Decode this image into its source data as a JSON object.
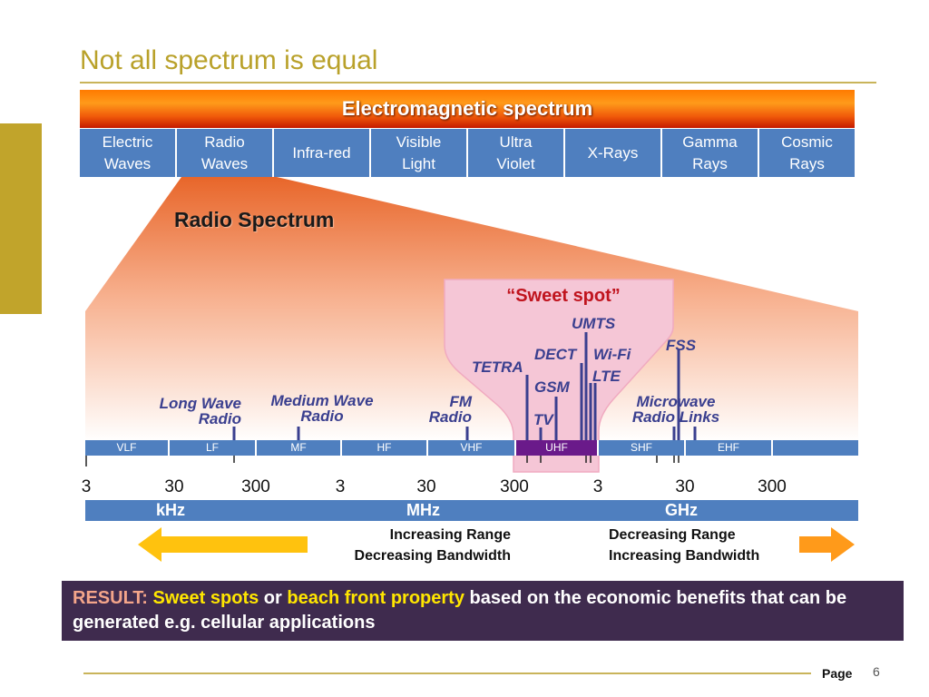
{
  "slide": {
    "title": "Not all spectrum is equal",
    "page_label": "Page",
    "page_number": "6"
  },
  "em_spectrum": {
    "banner": "Electromagnetic spectrum",
    "cells": [
      {
        "line1": "Electric",
        "line2": "Waves"
      },
      {
        "line1": "Radio",
        "line2": "Waves"
      },
      {
        "line1": "Infra-red",
        "line2": ""
      },
      {
        "line1": "Visible",
        "line2": "Light"
      },
      {
        "line1": "Ultra",
        "line2": "Violet"
      },
      {
        "line1": "X-Rays",
        "line2": ""
      },
      {
        "line1": "Gamma",
        "line2": "Rays"
      },
      {
        "line1": "Cosmic",
        "line2": "Rays"
      }
    ]
  },
  "radio_spectrum": {
    "title": "Radio Spectrum",
    "sweet_spot_title": "“Sweet spot”",
    "services": {
      "long_wave": {
        "line1": "Long Wave",
        "line2": "Radio"
      },
      "medium_wave": {
        "line1": "Medium Wave",
        "line2": "Radio"
      },
      "fm": {
        "line1": "FM",
        "line2": "Radio"
      },
      "tetra": "TETRA",
      "dect": "DECT",
      "wifi": "Wi-Fi",
      "lte": "LTE",
      "umts": "UMTS",
      "gsm": "GSM",
      "tv": "TV",
      "fss": "FSS",
      "microwave": {
        "line1": "Microwave",
        "line2": "Radio Links"
      }
    },
    "bands": [
      "VLF",
      "LF",
      "MF",
      "HF",
      "VHF",
      "UHF",
      "SHF",
      "EHF"
    ],
    "frequencies": [
      "3",
      "30",
      "300",
      "3",
      "30",
      "300",
      "3",
      "30",
      "300"
    ],
    "units": [
      "kHz",
      "MHz",
      "GHz"
    ]
  },
  "colors": {
    "band_bar": "#4f7fbf",
    "uhf_highlight": "#6a1a8a",
    "sweet_spot_fill": "#f5c6d6",
    "fan_top": "#e96a2a",
    "result_bg": "#3f2b4e",
    "arrow_left": "#ffc20e",
    "arrow_right": "#ff9a1a"
  },
  "ranges": {
    "left_line1": "Increasing Range",
    "left_line2": "Decreasing Bandwidth",
    "right_line1": "Decreasing Range",
    "right_line2": "Increasing Bandwidth"
  },
  "result": {
    "label": "RESULT:",
    "part1": "Sweet spots",
    "part2": " or ",
    "part3": "beach front property",
    "part4": " based on the economic benefits that can be generated  e.g. cellular applications"
  }
}
